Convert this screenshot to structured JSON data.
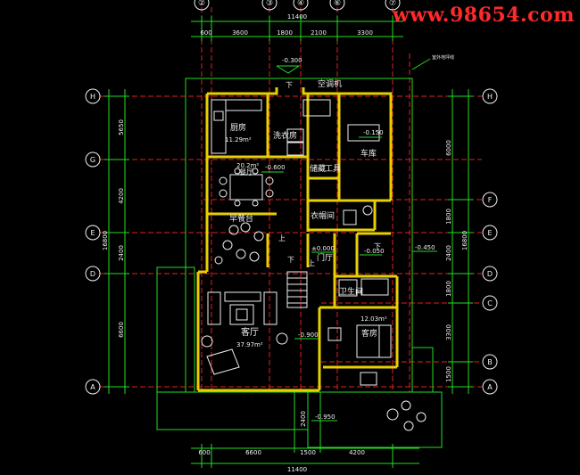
{
  "watermark": "www.98654.com",
  "top_axes": [
    "②",
    "③",
    "④",
    "⑥",
    "⑦"
  ],
  "grid_rows": [
    "H",
    "G",
    "F",
    "E",
    "D",
    "C",
    "B",
    "A"
  ],
  "dims": {
    "total_width": "11400",
    "top_segments": [
      "600",
      "3600",
      "1800",
      "2100",
      "3300"
    ],
    "bottom_segments": [
      "600",
      "6600",
      "1500",
      "4200"
    ],
    "bottom_mid": "2400",
    "left_total": "16800",
    "left_segments": [
      "5650",
      "4200",
      "2400",
      "6600"
    ],
    "right_total": "16800",
    "right_segments": [
      "6000",
      "1800",
      "2400",
      "1800",
      "3300",
      "1500"
    ]
  },
  "rooms": {
    "kitchen": "厨房",
    "kitchen_area": "11.29m²",
    "laundry": "洗衣房",
    "ac_unit": "空调机",
    "garage": "车库",
    "dining": "餐厅",
    "dining_area": "20.2m²",
    "storage": "储藏",
    "tools": "工具",
    "cloak": "衣帽间",
    "breakfast": "早餐台",
    "hall": "门厅",
    "bath": "卫生间",
    "living": "客厅",
    "living_area": "37.97m²",
    "guest": "客房",
    "guest_area": "12.03m²",
    "up1": "上",
    "up2": "上",
    "down1": "下",
    "down2": "下"
  },
  "levels": {
    "l1": "-0.300",
    "l2": "-0.150",
    "l3": "-0.600",
    "l4": "±0.000",
    "l5": "-0.050",
    "l6": "-0.450",
    "l7": "-0.900",
    "l8": "-0.950"
  },
  "note": "室外地坪线"
}
